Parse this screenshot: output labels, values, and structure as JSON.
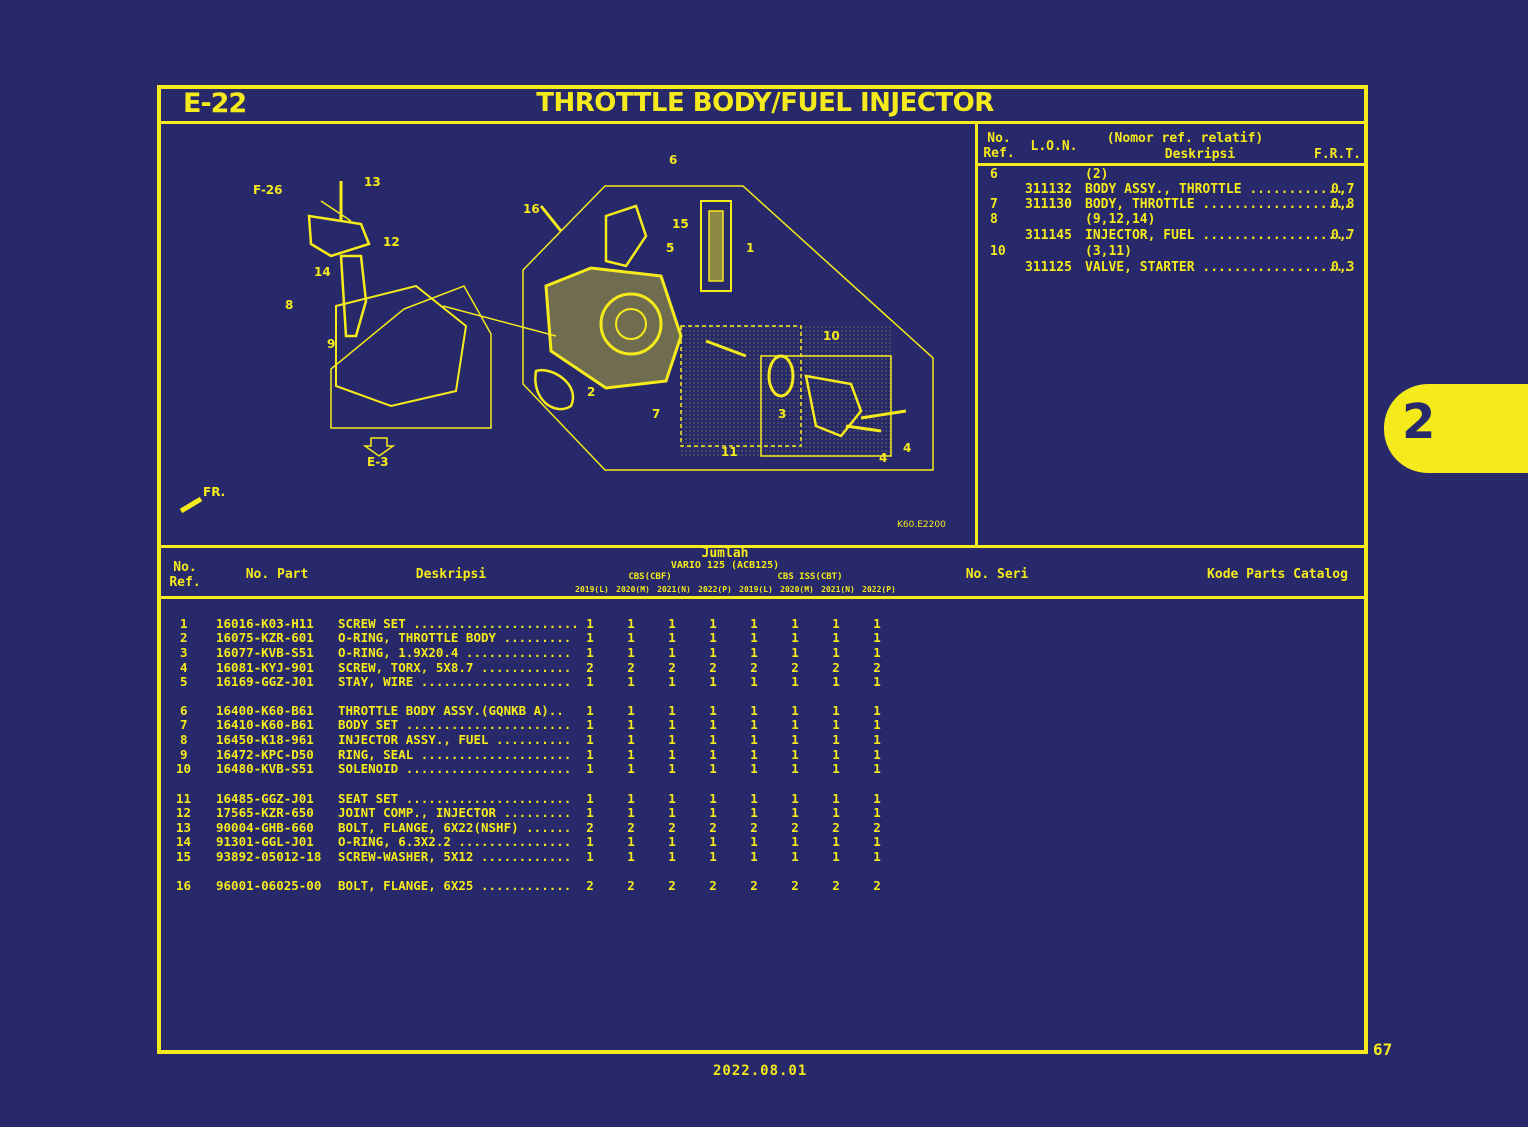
{
  "header": {
    "code": "E-22",
    "title": "THROTTLE BODY/FUEL INJECTOR"
  },
  "tab": {
    "label": "2"
  },
  "page_number": "67",
  "date": "2022.08.01",
  "diagram": {
    "callouts": [
      "6",
      "13",
      "12",
      "16",
      "15",
      "5",
      "1",
      "14",
      "8",
      "9",
      "2",
      "7",
      "10",
      "3",
      "11",
      "4",
      "4"
    ],
    "refs": [
      "F-26",
      "E-3",
      "FR."
    ],
    "code": "K60.E2200"
  },
  "lon_table": {
    "headers": {
      "no_ref": "No.\nRef.",
      "lon": "L.O.N.",
      "desc_top": "(Nomor ref. relatif)",
      "desc": "Deskripsi",
      "frt": "F.R.T."
    },
    "rows": [
      {
        "ref": "6",
        "lon": "",
        "desc": "(2)",
        "frt": ""
      },
      {
        "ref": "",
        "lon": "311132",
        "desc": "BODY ASSY., THROTTLE ............",
        "frt": "0,7"
      },
      {
        "ref": "7",
        "lon": "311130",
        "desc": "BODY, THROTTLE ...................",
        "frt": "0,8"
      },
      {
        "ref": "8",
        "lon": "",
        "desc": "(9,12,14)",
        "frt": ""
      },
      {
        "ref": "",
        "lon": "311145",
        "desc": "INJECTOR, FUEL ...................",
        "frt": "0,7"
      },
      {
        "ref": "10",
        "lon": "",
        "desc": "(3,11)",
        "frt": ""
      },
      {
        "ref": "",
        "lon": "311125",
        "desc": "VALVE, STARTER ...................",
        "frt": "0,3"
      }
    ]
  },
  "parts_table": {
    "headers": {
      "no_ref": "No.\nRef.",
      "no_part": "No. Part",
      "desc": "Deskripsi",
      "jumlah": "Jumlah",
      "model": "VARIO 125 (ACB125)",
      "cbs": "CBS(CBF)",
      "iss": "CBS ISS(CBT)",
      "years": [
        "2019(L)",
        "2020(M)",
        "2021(N)",
        "2022(P)",
        "2019(L)",
        "2020(M)",
        "2021(N)",
        "2022(P)"
      ],
      "no_seri": "No. Seri",
      "kode": "Kode Parts Catalog"
    },
    "rows": [
      {
        "ref": "1",
        "part": "16016-K03-H11",
        "desc": "SCREW SET ......................",
        "qty": [
          "1",
          "1",
          "1",
          "1",
          "1",
          "1",
          "1",
          "1"
        ]
      },
      {
        "ref": "2",
        "part": "16075-KZR-601",
        "desc": "O-RING, THROTTLE BODY .........",
        "qty": [
          "1",
          "1",
          "1",
          "1",
          "1",
          "1",
          "1",
          "1"
        ]
      },
      {
        "ref": "3",
        "part": "16077-KVB-S51",
        "desc": "O-RING, 1.9X20.4 ..............",
        "qty": [
          "1",
          "1",
          "1",
          "1",
          "1",
          "1",
          "1",
          "1"
        ]
      },
      {
        "ref": "4",
        "part": "16081-KYJ-901",
        "desc": "SCREW, TORX, 5X8.7 ............",
        "qty": [
          "2",
          "2",
          "2",
          "2",
          "2",
          "2",
          "2",
          "2"
        ]
      },
      {
        "ref": "5",
        "part": "16169-GGZ-J01",
        "desc": "STAY, WIRE ....................",
        "qty": [
          "1",
          "1",
          "1",
          "1",
          "1",
          "1",
          "1",
          "1"
        ]
      },
      {
        "ref": "6",
        "part": "16400-K60-B61",
        "desc": "THROTTLE BODY ASSY.(GQNKB A)..",
        "qty": [
          "1",
          "1",
          "1",
          "1",
          "1",
          "1",
          "1",
          "1"
        ]
      },
      {
        "ref": "7",
        "part": "16410-K60-B61",
        "desc": "BODY SET ......................",
        "qty": [
          "1",
          "1",
          "1",
          "1",
          "1",
          "1",
          "1",
          "1"
        ]
      },
      {
        "ref": "8",
        "part": "16450-K18-961",
        "desc": "INJECTOR ASSY., FUEL ..........",
        "qty": [
          "1",
          "1",
          "1",
          "1",
          "1",
          "1",
          "1",
          "1"
        ]
      },
      {
        "ref": "9",
        "part": "16472-KPC-D50",
        "desc": "RING, SEAL ....................",
        "qty": [
          "1",
          "1",
          "1",
          "1",
          "1",
          "1",
          "1",
          "1"
        ]
      },
      {
        "ref": "10",
        "part": "16480-KVB-S51",
        "desc": "SOLENOID ......................",
        "qty": [
          "1",
          "1",
          "1",
          "1",
          "1",
          "1",
          "1",
          "1"
        ]
      },
      {
        "ref": "11",
        "part": "16485-GGZ-J01",
        "desc": "SEAT SET ......................",
        "qty": [
          "1",
          "1",
          "1",
          "1",
          "1",
          "1",
          "1",
          "1"
        ]
      },
      {
        "ref": "12",
        "part": "17565-KZR-650",
        "desc": "JOINT COMP., INJECTOR .........",
        "qty": [
          "1",
          "1",
          "1",
          "1",
          "1",
          "1",
          "1",
          "1"
        ]
      },
      {
        "ref": "13",
        "part": "90004-GHB-660",
        "desc": "BOLT, FLANGE, 6X22(NSHF) ......",
        "qty": [
          "2",
          "2",
          "2",
          "2",
          "2",
          "2",
          "2",
          "2"
        ]
      },
      {
        "ref": "14",
        "part": "91301-GGL-J01",
        "desc": "O-RING, 6.3X2.2 ...............",
        "qty": [
          "1",
          "1",
          "1",
          "1",
          "1",
          "1",
          "1",
          "1"
        ]
      },
      {
        "ref": "15",
        "part": "93892-05012-18",
        "desc": "SCREW-WASHER, 5X12 ............",
        "qty": [
          "1",
          "1",
          "1",
          "1",
          "1",
          "1",
          "1",
          "1"
        ]
      },
      {
        "ref": "16",
        "part": "96001-06025-00",
        "desc": "BOLT, FLANGE, 6X25 ............",
        "qty": [
          "2",
          "2",
          "2",
          "2",
          "2",
          "2",
          "2",
          "2"
        ]
      }
    ]
  }
}
